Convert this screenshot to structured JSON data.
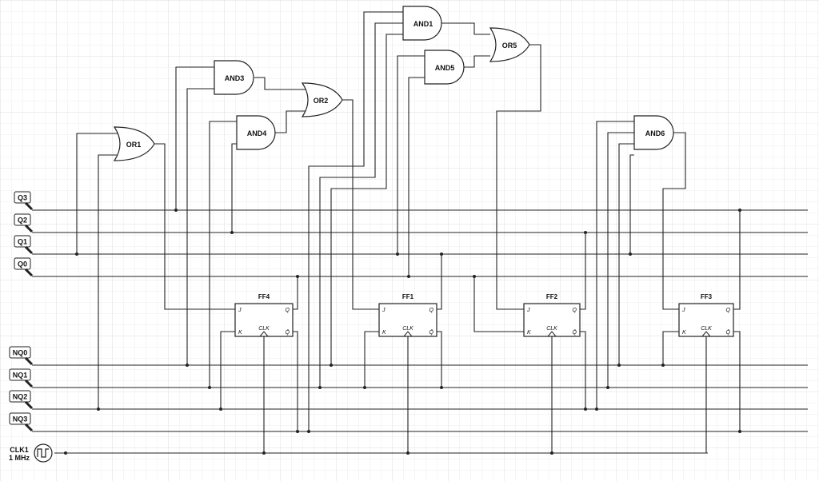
{
  "ports_in": [
    {
      "label": "Q3"
    },
    {
      "label": "Q2"
    },
    {
      "label": "Q1"
    },
    {
      "label": "Q0"
    },
    {
      "label": "NQ0"
    },
    {
      "label": "NQ1"
    },
    {
      "label": "NQ2"
    },
    {
      "label": "NQ3"
    }
  ],
  "clock": {
    "label": "CLK1",
    "freq": "1 MHz"
  },
  "gates": [
    {
      "type": "or",
      "label": "OR1"
    },
    {
      "type": "and",
      "label": "AND3"
    },
    {
      "type": "and",
      "label": "AND4"
    },
    {
      "type": "or",
      "label": "OR2"
    },
    {
      "type": "and",
      "label": "AND1"
    },
    {
      "type": "and",
      "label": "AND5"
    },
    {
      "type": "or",
      "label": "OR5"
    },
    {
      "type": "and",
      "label": "AND6"
    }
  ],
  "flipflops": [
    {
      "label": "FF4"
    },
    {
      "label": "FF1"
    },
    {
      "label": "FF2"
    },
    {
      "label": "FF3"
    }
  ],
  "ff_pins": {
    "j": "J",
    "k": "K",
    "clk": "CLK",
    "q": "Q",
    "nq": "Q̄"
  }
}
